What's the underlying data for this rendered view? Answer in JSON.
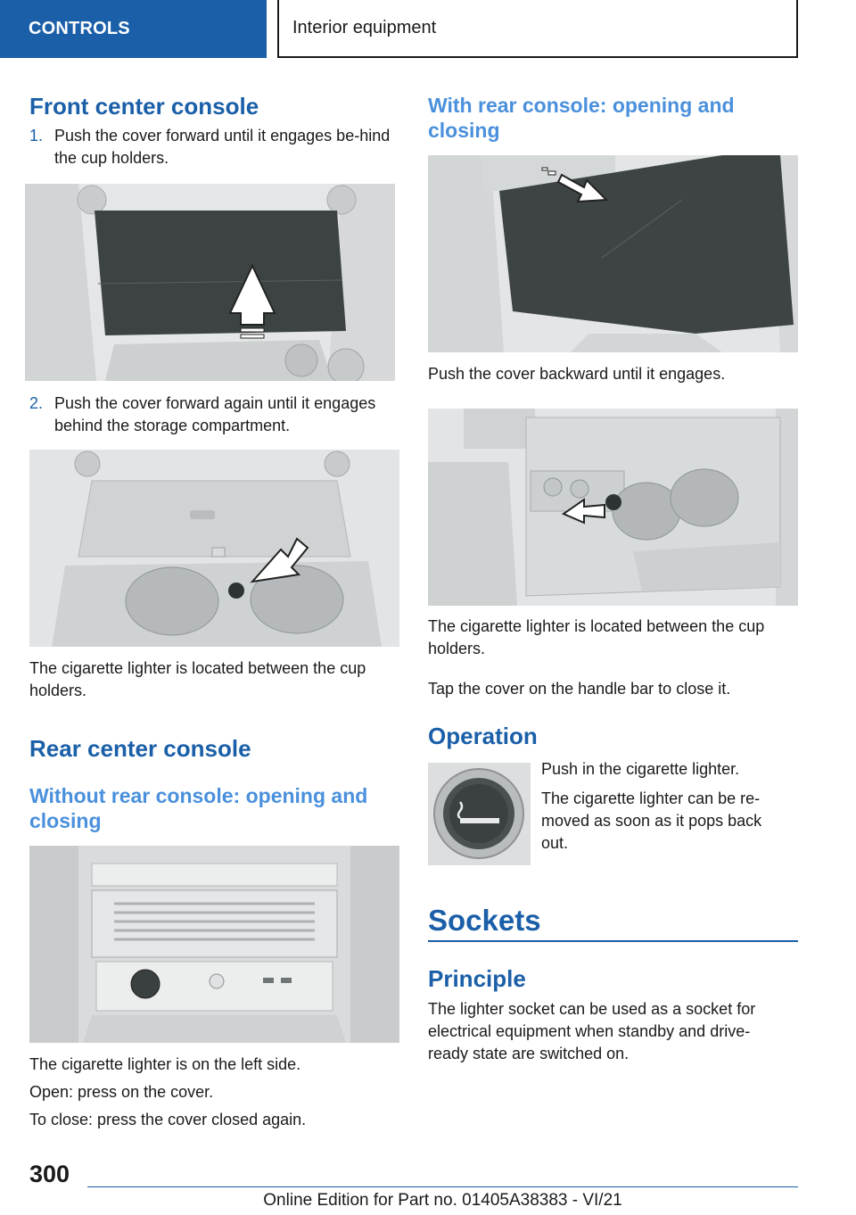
{
  "header": {
    "section": "CONTROLS",
    "chapter": "Interior equipment"
  },
  "left": {
    "front_title": "Front center console",
    "step1_num": "1.",
    "step1_text": "Push the cover forward until it engages be-hind the cup holders.",
    "step2_num": "2.",
    "step2_text": "Push the cover forward again until it engages behind the storage compartment.",
    "front_caption": "The cigarette lighter is located between the cup holders.",
    "rear_title": "Rear center console",
    "without_title": "Without rear console: opening and closing",
    "without_p1": "The cigarette lighter is on the left side.",
    "without_p2": "Open: press on the cover.",
    "without_p3": "To close: press the cover closed again."
  },
  "right": {
    "with_title": "With rear console: opening and closing",
    "with_p1": "Push the cover backward until it engages.",
    "with_p2": "The cigarette lighter is located between the cup holders.",
    "with_p3": "Tap the cover on the handle bar to close it.",
    "operation_title": "Operation",
    "operation_p1": "Push in the cigarette lighter.",
    "operation_p2": "The cigarette lighter can be re-moved as soon as it pops back out.",
    "sockets_title": "Sockets",
    "principle_title": "Principle",
    "principle_p1": "The lighter socket can be used as a socket for electrical equipment when standby and drive-ready state are switched on."
  },
  "footer": {
    "page_number": "300",
    "edition": "Online Edition for Part no. 01405A38383 - VI/21"
  },
  "colors": {
    "accent": "#1a5fa8",
    "subheading": "#4a90dc",
    "text": "#1a1a1a"
  }
}
